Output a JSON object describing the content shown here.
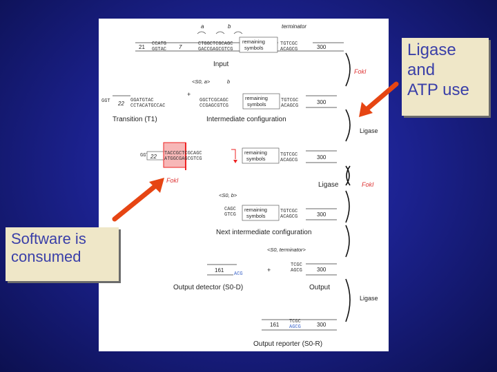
{
  "callouts": {
    "right": [
      "Ligase",
      "and",
      "ATP use"
    ],
    "left": [
      "Software is",
      "consumed"
    ]
  },
  "figure": {
    "a": "a",
    "b": "b",
    "terminator": "terminator",
    "n21": "21",
    "n7": "7",
    "n22": "22",
    "n300": "300",
    "n161": "161",
    "remaining": "remaining",
    "symbols": "symbols",
    "input": "Input",
    "foki": "FokI",
    "ligase": "Ligase",
    "s0a": "<S0, a>",
    "s0b": "<S0, b>",
    "s0term": "<S0, terminator>",
    "transition": "Transition (T1)",
    "intermediate": "Intermediate configuration",
    "next_intermediate": "Next intermediate configuration",
    "output_detector": "Output detector (S0-D)",
    "output": "Output",
    "output_reporter": "Output reporter (S0-R)",
    "plus": "+",
    "r1_l1": "CCATG",
    "r1_l2": "GGTAC",
    "r1_m1": "CTGGCTCGCAGC",
    "r1_m2": "GACCGAGCGTCG",
    "r_t1": "TGTCGC",
    "r_t2": "ACAGCG",
    "r2_pre": "GGT",
    "r2_l1": "GGATGTAC",
    "r2_l2": "CCTACATGCCAC",
    "r2_m1": "GGCTCGCAGC",
    "r2_m2": "CCGAGCGTCG",
    "r3_m1": "TACCGCTCGCAGC",
    "r3_m2": "ATGGCGAGCGTCG",
    "r4_1": "CAGC",
    "r4_2": "GTCG",
    "r5_1": "TCGC",
    "r5_2": "AGCG",
    "acg": "ACG"
  }
}
